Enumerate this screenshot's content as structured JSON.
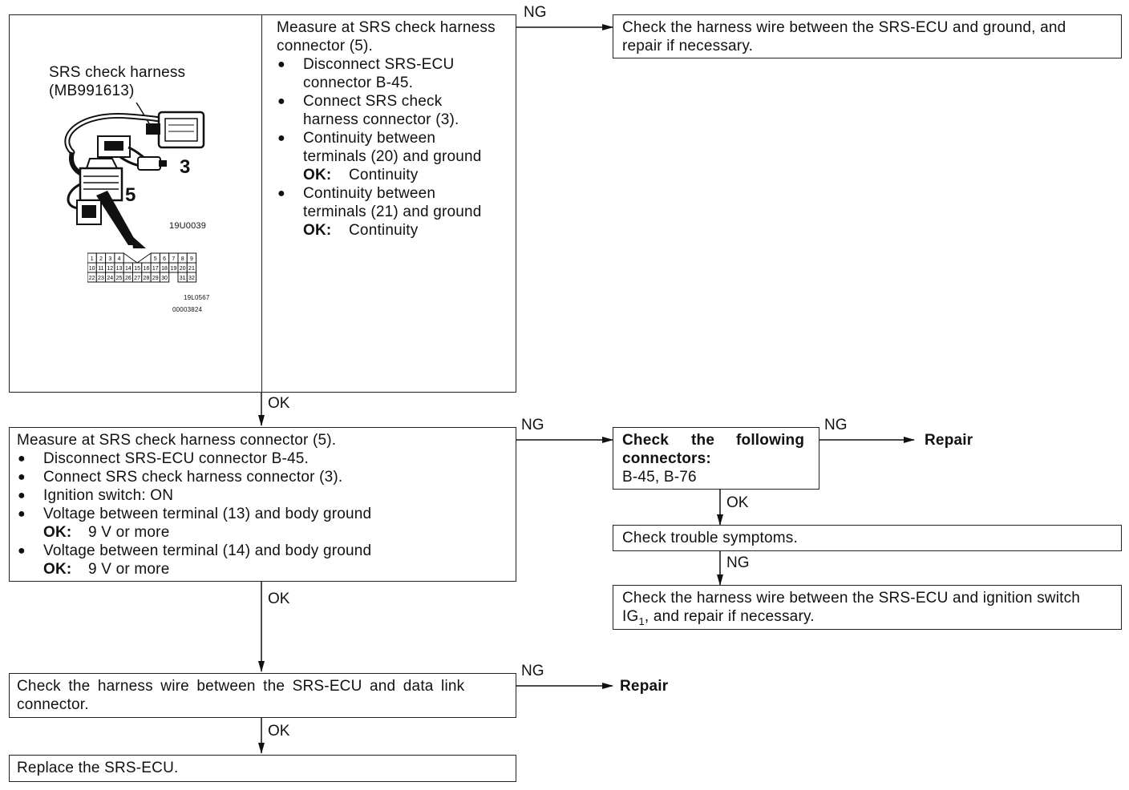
{
  "box1": {
    "image_label_line1": "SRS check harness",
    "image_label_line2": "(MB991613)",
    "num_3": "3",
    "num_5": "5",
    "code_a": "19U0039",
    "code_b": "19L0567",
    "code_c": "00003824",
    "connector_terminals": [
      "1",
      "2",
      "3",
      "4",
      "5",
      "6",
      "7",
      "8",
      "9",
      "10",
      "11",
      "12",
      "13",
      "14",
      "15",
      "16",
      "17",
      "18",
      "19",
      "20",
      "21",
      "22",
      "23",
      "24",
      "25",
      "26",
      "27",
      "28",
      "29",
      "30",
      "31",
      "32"
    ],
    "line1": "Measure at SRS check harness",
    "line2": "connector (5).",
    "b1a": "Disconnect SRS-ECU",
    "b1b": "connector B-45.",
    "b2a": "Connect SRS check",
    "b2b": "harness connector (3).",
    "b3a": "Continuity between",
    "b3b": "terminals (20) and ground",
    "ok_label": "OK:",
    "b3c": "Continuity",
    "b4a": "Continuity between",
    "b4b": "terminals (21) and ground",
    "b4c": "Continuity"
  },
  "ng1": {
    "label": "NG",
    "line1": "Check the harness wire between the SRS-ECU and ground, and",
    "line2": "repair if necessary."
  },
  "ok1": "OK",
  "box2": {
    "line1": "Measure at SRS check harness connector (5).",
    "b1": "Disconnect SRS-ECU connector B-45.",
    "b2": "Connect SRS check harness connector (3).",
    "b3": "Ignition switch: ON",
    "b4": "Voltage between terminal (13) and body ground",
    "ok_label": "OK:",
    "b4ok": "9 V or more",
    "b5": "Voltage between terminal (14) and body ground",
    "b5ok": "9 V or more"
  },
  "ng2": {
    "label": "NG",
    "conn_line1": "Check the following",
    "conn_line2": "connectors:",
    "conn_line3": "B-45, B-76",
    "ng_label": "NG",
    "repair": "Repair",
    "ok_label": "OK",
    "trouble": "Check trouble symptoms.",
    "ng_label2": "NG",
    "ign_line1": "Check the harness wire between the SRS-ECU and ignition switch",
    "ign_line2_a": "IG",
    "ign_sub": "1",
    "ign_line2_b": ", and repair if necessary."
  },
  "ok2": "OK",
  "box3": {
    "line1": "Check the harness wire between the SRS-ECU and data link",
    "line2": "connector.",
    "ng_label": "NG",
    "repair": "Repair"
  },
  "ok3": "OK",
  "box4": {
    "line1": "Replace the SRS-ECU."
  },
  "bullet_glyph": "●"
}
